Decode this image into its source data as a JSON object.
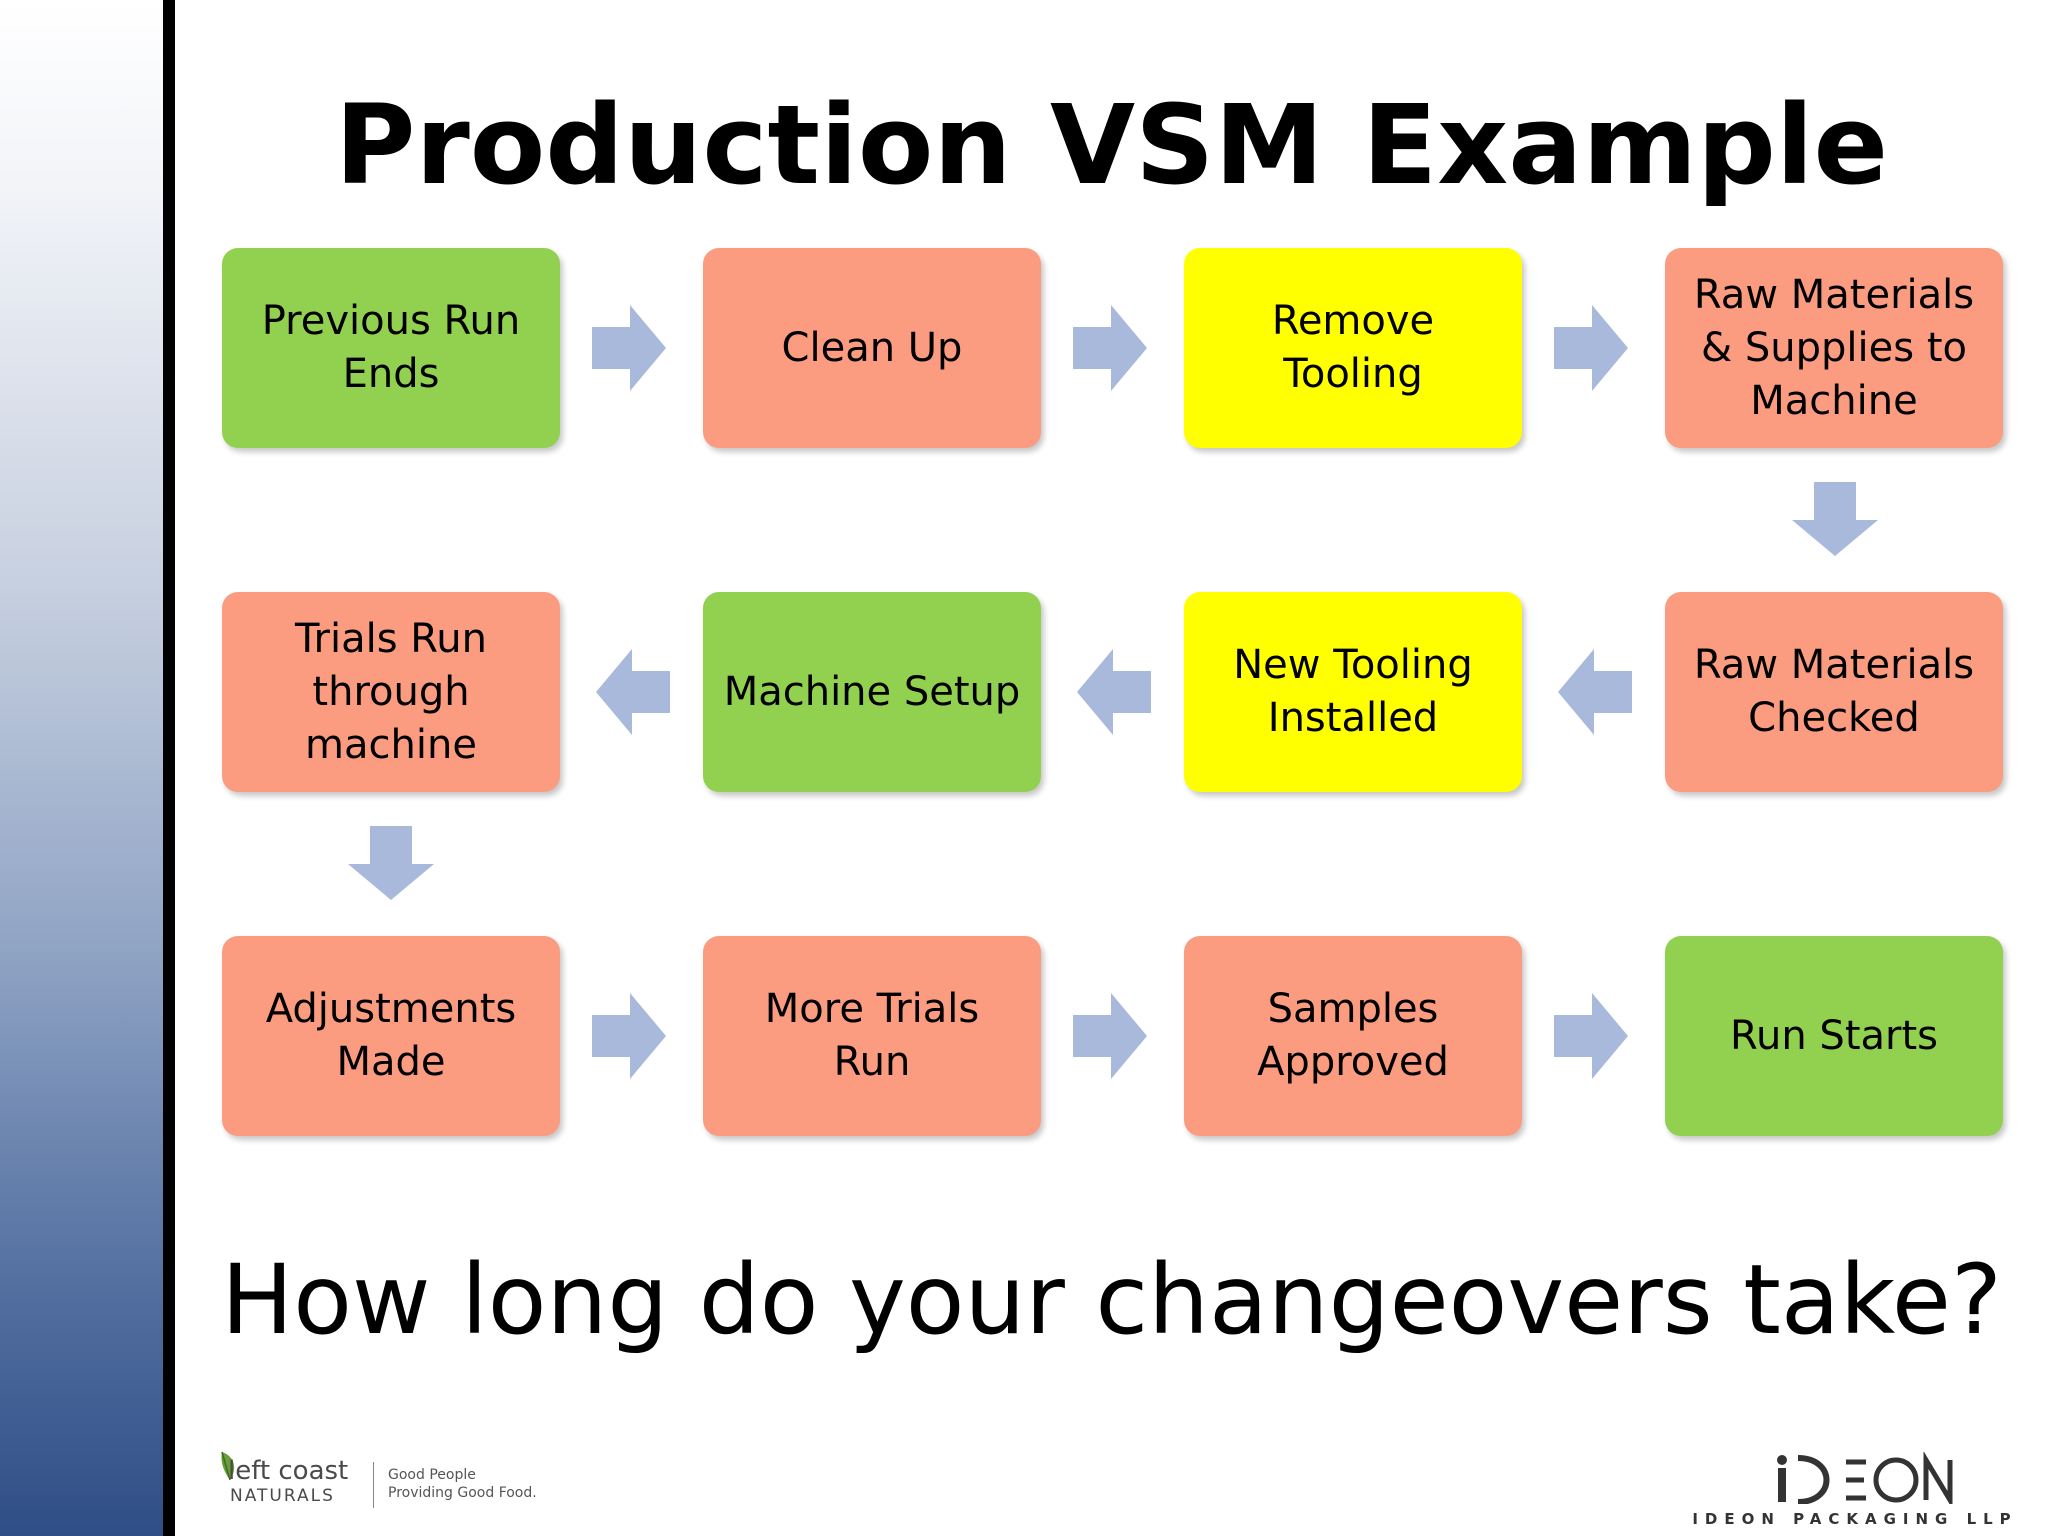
{
  "slide": {
    "title": "Production VSM Example",
    "question": "How long do your changeovers take?"
  },
  "colors": {
    "green": "#92d050",
    "salmon": "#fb9b80",
    "yellow": "#ffff00",
    "arrow": "#a8b9dc",
    "sidebar_dark": "#2f4d86"
  },
  "steps": [
    {
      "label": "Previous Run\nEnds",
      "color": "green"
    },
    {
      "label": "Clean Up",
      "color": "salmon"
    },
    {
      "label": "Remove\nTooling",
      "color": "yellow"
    },
    {
      "label": "Raw Materials\n& Supplies to\nMachine",
      "color": "salmon"
    },
    {
      "label": "Raw Materials\nChecked",
      "color": "salmon"
    },
    {
      "label": "New Tooling\nInstalled",
      "color": "yellow"
    },
    {
      "label": "Machine Setup",
      "color": "green"
    },
    {
      "label": "Trials Run\nthrough\nmachine",
      "color": "salmon"
    },
    {
      "label": "Adjustments\nMade",
      "color": "salmon"
    },
    {
      "label": "More Trials\nRun",
      "color": "salmon"
    },
    {
      "label": "Samples\nApproved",
      "color": "salmon"
    },
    {
      "label": "Run Starts",
      "color": "green"
    }
  ],
  "arrows": [
    {
      "from": 1,
      "to": 2,
      "direction": "right"
    },
    {
      "from": 2,
      "to": 3,
      "direction": "right"
    },
    {
      "from": 3,
      "to": 4,
      "direction": "right"
    },
    {
      "from": 4,
      "to": 5,
      "direction": "down"
    },
    {
      "from": 5,
      "to": 6,
      "direction": "left"
    },
    {
      "from": 6,
      "to": 7,
      "direction": "left"
    },
    {
      "from": 7,
      "to": 8,
      "direction": "left"
    },
    {
      "from": 8,
      "to": 9,
      "direction": "down"
    },
    {
      "from": 9,
      "to": 10,
      "direction": "right"
    },
    {
      "from": 10,
      "to": 11,
      "direction": "right"
    },
    {
      "from": 11,
      "to": 12,
      "direction": "right"
    }
  ],
  "logos": {
    "left": {
      "brand_line1": "left coast",
      "brand_line2": "NATURALS",
      "tagline_line1": "Good People",
      "tagline_line2": "Providing Good Food."
    },
    "right": {
      "name": "IDEON PACKAGING LLP"
    }
  }
}
